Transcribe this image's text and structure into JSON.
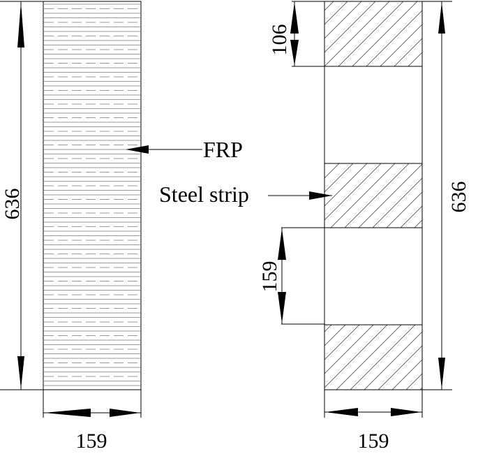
{
  "left_column": {
    "height_dim": "636",
    "width_dim": "159",
    "label": "FRP"
  },
  "right_column": {
    "top_strip_dim": "106",
    "gap_dim": "159",
    "height_dim": "636",
    "width_dim": "159",
    "label": "Steel strip"
  }
}
